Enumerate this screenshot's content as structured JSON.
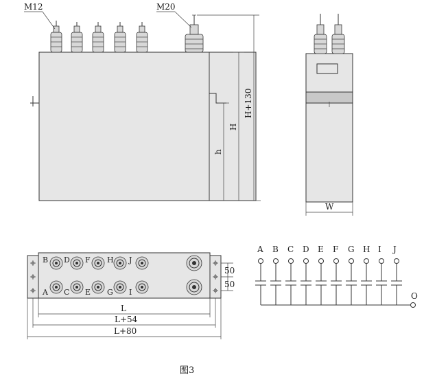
{
  "front_view": {
    "label_small_thread": "M12",
    "label_large_thread": "M20",
    "dim_total_height": "H+130",
    "dim_height": "H",
    "dim_h": "h"
  },
  "side_view": {
    "dim_width": "W"
  },
  "top_view": {
    "terminal_labels_top": [
      "B",
      "D",
      "F",
      "H",
      "J"
    ],
    "terminal_labels_bottom": [
      "A",
      "C",
      "E",
      "G",
      "I"
    ],
    "dim_spacing_1": "50",
    "dim_spacing_2": "50",
    "dim_L": "L",
    "dim_L54": "L+54",
    "dim_L80": "L+80"
  },
  "schematic": {
    "terminals": [
      "A",
      "B",
      "C",
      "D",
      "E",
      "F",
      "G",
      "H",
      "I",
      "J"
    ],
    "common": "O"
  },
  "caption": "图3"
}
